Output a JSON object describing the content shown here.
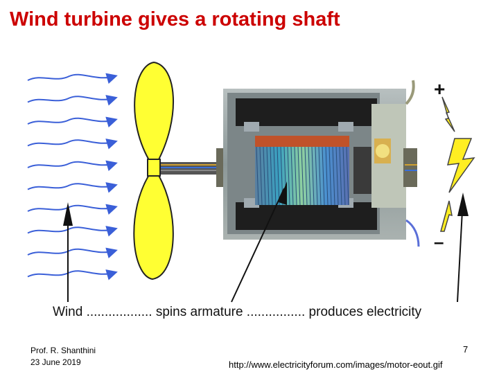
{
  "slide": {
    "title": "Wind turbine gives a rotating shaft",
    "caption": "Wind .................. spins armature ................ produces electricity",
    "author": "Prof. R. Shanthini",
    "date": "23 June 2019",
    "page_number": "7",
    "source_url": "http://www.electricityforum.com/images/motor-eout.gif"
  },
  "diagram": {
    "plus_symbol": "+",
    "minus_symbol": "–",
    "icons": [
      "wind-lines-icon",
      "propeller-icon",
      "motor-icon",
      "lightning-icon"
    ],
    "colors": {
      "title": "#cc0000",
      "wind": "#3a5fd8",
      "blade": "#ffff33",
      "spark": "#ffee22"
    }
  }
}
